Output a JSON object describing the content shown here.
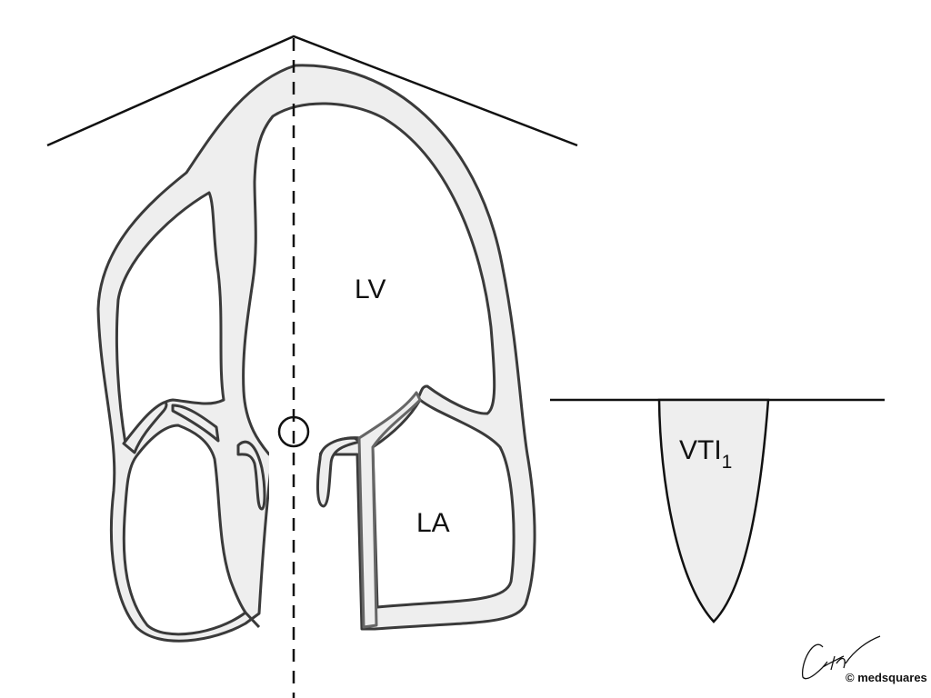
{
  "labels": {
    "lv": "LV",
    "la": "LA",
    "vti_main": "VTI",
    "vti_sub": "1"
  },
  "credit": {
    "text": "© medsquares",
    "signature": "signature"
  },
  "colors": {
    "tissue": "#eeeeee",
    "outline": "#3a3a3a",
    "line": "#111111"
  }
}
